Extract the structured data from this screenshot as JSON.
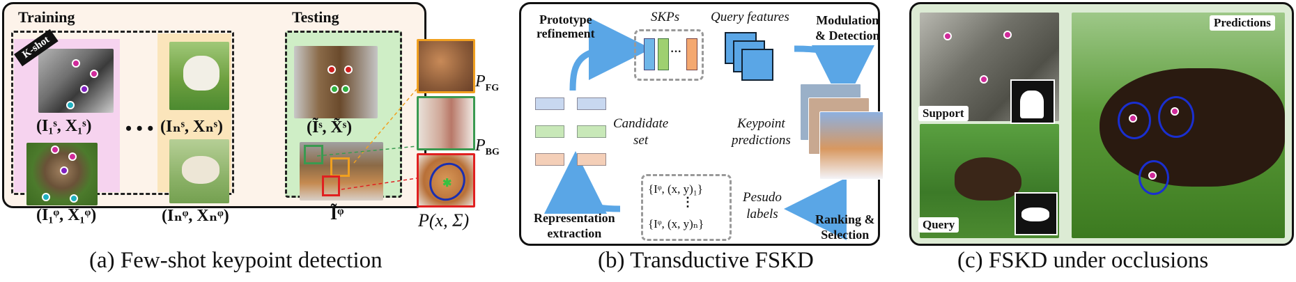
{
  "panel_a": {
    "training_title": "Training",
    "testing_title": "Testing",
    "kshot_tag": "K-shot",
    "support_pair_1": "(I",
    "support_pair_1_full": "(I₁ˢ, X₁ˢ)",
    "query_pair_1_full": "(I₁ᵠ, X₁ᵠ)",
    "support_pair_n_full": "(Iₙˢ, Xₙˢ)",
    "query_pair_n_full": "(Iₙᵠ, Xₙᵠ)",
    "ellipsis": "• • •",
    "test_support_full": "(Ĩˢ, X̃ˢ)",
    "test_query_full": "Ĩᵠ",
    "p_fg": "P",
    "p_fg_sub": "FG",
    "p_bg": "P",
    "p_bg_sub": "BG",
    "gaussian": "P(x, Σ)",
    "caption": "(a) Few-shot keypoint detection"
  },
  "panel_b": {
    "prototype_refinement_1": "Prototype",
    "prototype_refinement_2": "refinement",
    "skps": "SKPs",
    "query_features": "Query features",
    "modulation_1": "Modulation",
    "modulation_2": "& Detection",
    "candidate_1": "Candidate",
    "candidate_2": "set",
    "keypoint_pred_1": "Keypoint",
    "keypoint_pred_2": "predictions",
    "pseudo_1": "Pesudo",
    "pseudo_2": "labels",
    "representation_1": "Representation",
    "representation_2": "extraction",
    "ranking_1": "Ranking &",
    "ranking_2": "Selection",
    "label_set_1": "{Iᵠ, (x, y)₁}",
    "label_set_n": "{Iᵠ, (x, y)ₙ}",
    "dots": "⋮",
    "skp_dots": "···",
    "caption": "(b) Transductive FSKD"
  },
  "panel_c": {
    "support": "Support",
    "query": "Query",
    "predictions": "Predictions",
    "caption": "(c) FSKD under occlusions"
  },
  "colors": {
    "pink_bg": "#f6d3ef",
    "yellow_bg": "#fbe5bb",
    "green_bg": "#cfeec6",
    "panel_a_bg": "#fdf3ea",
    "panel_c_bg": "#dcebd4",
    "fg_orange": "#f0a020",
    "bg_green": "#3a9a50",
    "gauss_red": "#e02020",
    "arrow_blue": "#5aa6e6"
  }
}
